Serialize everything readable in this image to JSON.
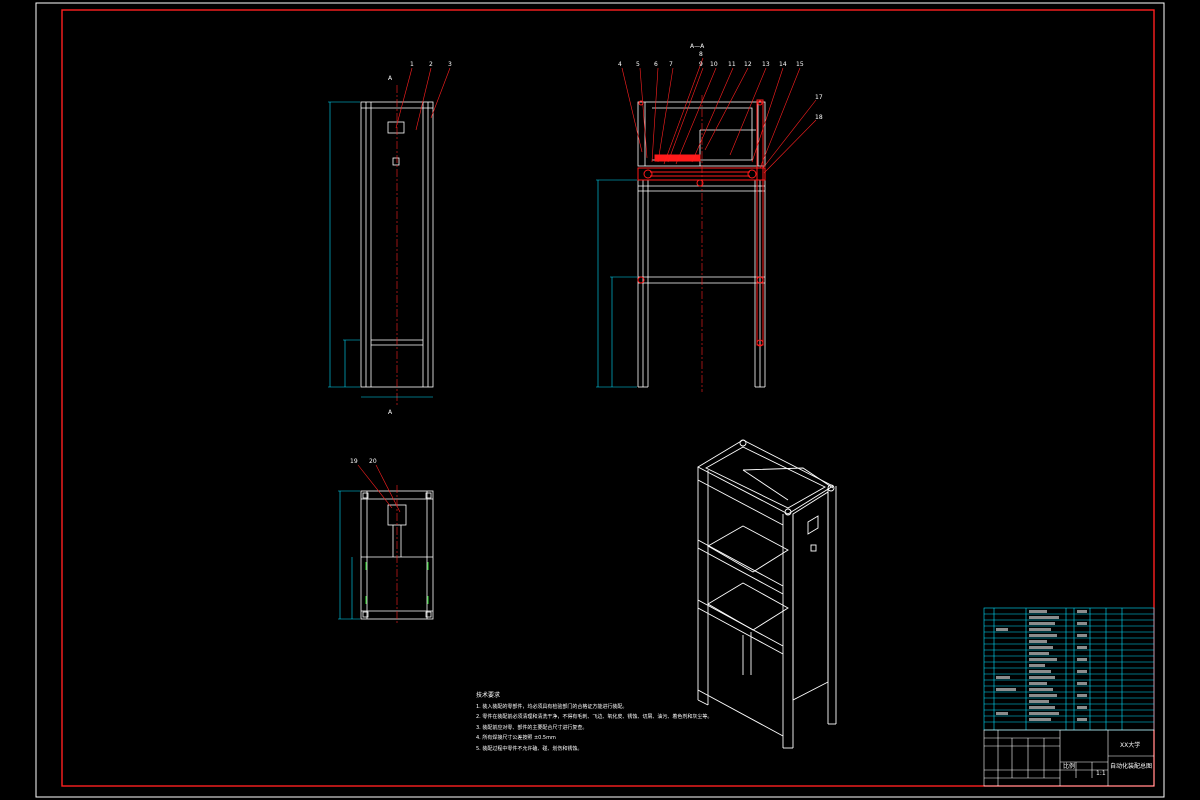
{
  "sheet": {
    "frame_color": "#ff2020",
    "outline_color": "#ffffff",
    "dimension_color": "#00e0ff",
    "highlight_color": "#ff1a1a"
  },
  "views": {
    "front_view_labels": [
      "1",
      "2",
      "3"
    ],
    "section_label": "A",
    "section_title": "A—A",
    "section_view_labels": [
      "4",
      "5",
      "6",
      "7",
      "8",
      "9",
      "10",
      "11",
      "12",
      "13",
      "14",
      "15",
      "17",
      "18"
    ],
    "top_view_labels": [
      "19",
      "20"
    ]
  },
  "technical_notes": {
    "title": "技术要求",
    "items": [
      "1. 装入装配的零部件，均必须具有检验部门的合格证方能进行装配。",
      "2. 零件在装配前必须清理和清洗干净，不得有毛刺、飞边、氧化皮、锈蚀、切屑、油污、着色剂和灰尘等。",
      "3. 装配前应对零、部件的主要配合尺寸进行复查。",
      "4. 所有焊接尺寸公差按照 ±0.5mm",
      "5. 装配过程中零件不允许磕、碰、划伤和锈蚀。"
    ]
  },
  "title_block": {
    "school": "XX大学",
    "drawing_name": "自动化装配总图",
    "scale_label": "比例",
    "scale_value": "1:1"
  },
  "icons": [
    "no-icons"
  ]
}
